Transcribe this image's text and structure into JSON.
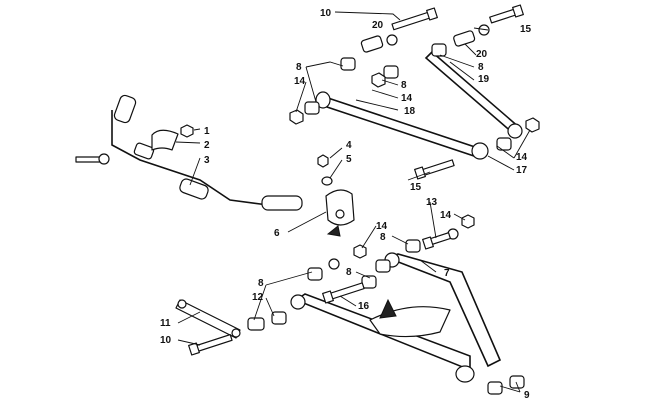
{
  "diagram": {
    "callouts": [
      {
        "id": "c1",
        "text": "1"
      },
      {
        "id": "c2",
        "text": "2"
      },
      {
        "id": "c3",
        "text": "3"
      },
      {
        "id": "c4",
        "text": "4"
      },
      {
        "id": "c5",
        "text": "5"
      },
      {
        "id": "c6",
        "text": "6"
      },
      {
        "id": "c7",
        "text": "7"
      },
      {
        "id": "c8a",
        "text": "8"
      },
      {
        "id": "c8b",
        "text": "8"
      },
      {
        "id": "c8c",
        "text": "8"
      },
      {
        "id": "c8d",
        "text": "8"
      },
      {
        "id": "c8e",
        "text": "8"
      },
      {
        "id": "c8f",
        "text": "8"
      },
      {
        "id": "c9",
        "text": "9"
      },
      {
        "id": "c10a",
        "text": "10"
      },
      {
        "id": "c10b",
        "text": "10"
      },
      {
        "id": "c11",
        "text": "11"
      },
      {
        "id": "c12",
        "text": "12"
      },
      {
        "id": "c13",
        "text": "13"
      },
      {
        "id": "c14a",
        "text": "14"
      },
      {
        "id": "c14b",
        "text": "14"
      },
      {
        "id": "c14c",
        "text": "14"
      },
      {
        "id": "c14d",
        "text": "14"
      },
      {
        "id": "c14e",
        "text": "14"
      },
      {
        "id": "c15a",
        "text": "15"
      },
      {
        "id": "c15b",
        "text": "15"
      },
      {
        "id": "c16",
        "text": "16"
      },
      {
        "id": "c17",
        "text": "17"
      },
      {
        "id": "c18",
        "text": "18"
      },
      {
        "id": "c19",
        "text": "19"
      },
      {
        "id": "c20a",
        "text": "20"
      },
      {
        "id": "c20b",
        "text": "20"
      }
    ]
  }
}
